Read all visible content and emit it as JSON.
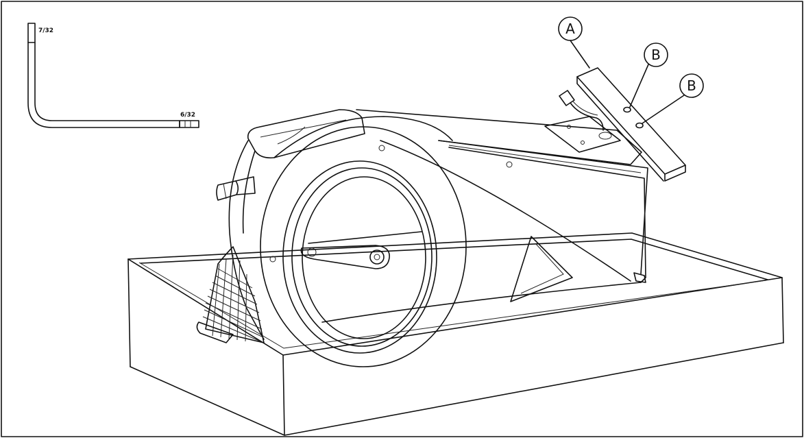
{
  "hex_key": {
    "long_size": "7/32",
    "short_size": "6/32"
  },
  "callouts": {
    "a_label": "A",
    "b_label": "B",
    "b2_label": "B"
  },
  "colors": {
    "line": "#111111",
    "paper": "#ffffff"
  }
}
